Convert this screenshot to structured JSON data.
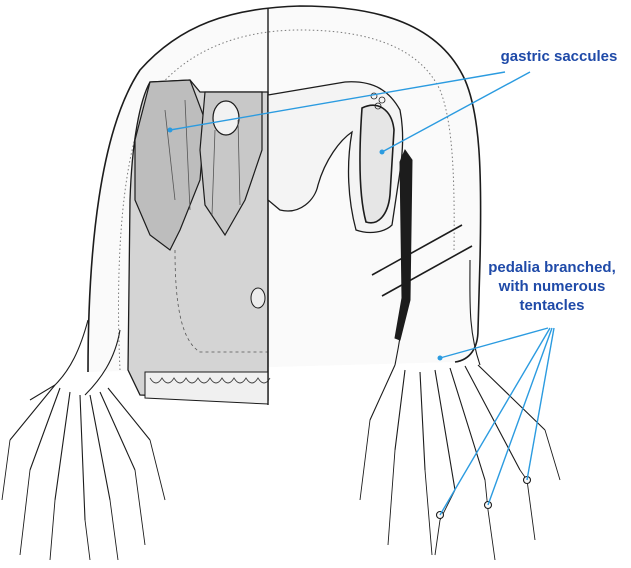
{
  "labels": {
    "gastric_saccules": "gastric saccules",
    "pedalia_line1": "pedalia branched,",
    "pedalia_line2": "with numerous",
    "pedalia_line3": "tentacles"
  },
  "colors": {
    "label_text": "#1f4aa8",
    "leader_line": "#2b9be0",
    "outline": "#1c1c1c",
    "bell_stipple": "#8a8a8a",
    "cutaway_fill": "#d4d4d4",
    "saccule_fill": "#bdbdbd"
  }
}
